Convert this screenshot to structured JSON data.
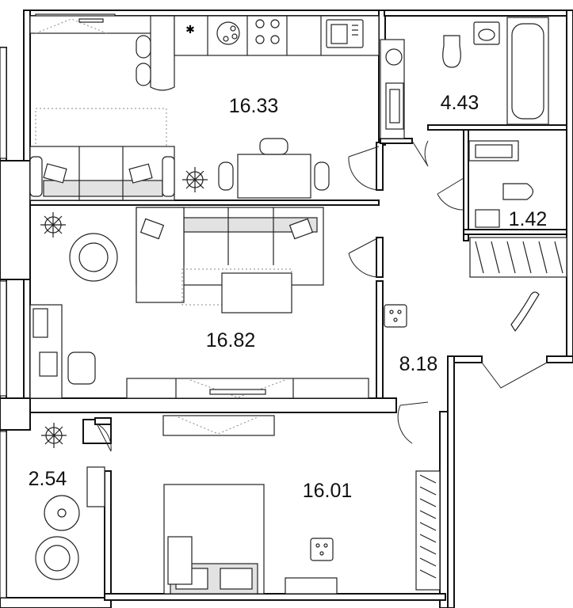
{
  "floor_plan": {
    "rooms": [
      {
        "id": "kitchen",
        "area": "16.33"
      },
      {
        "id": "bathroom",
        "area": "4.43"
      },
      {
        "id": "toilet",
        "area": "1.42"
      },
      {
        "id": "living-room",
        "area": "16.82"
      },
      {
        "id": "hallway",
        "area": "8.18"
      },
      {
        "id": "balcony",
        "area": "2.54"
      },
      {
        "id": "bedroom",
        "area": "16.01"
      }
    ],
    "colors": {
      "wall": "#111111",
      "furniture_fill": "#e2e2e2",
      "background": "#ffffff"
    }
  }
}
